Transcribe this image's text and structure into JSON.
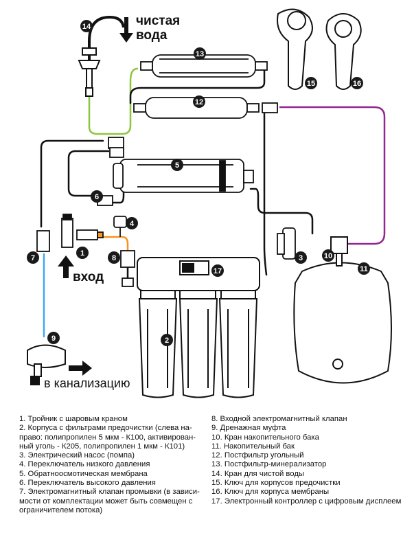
{
  "captions": {
    "clean_water": [
      "чистая",
      "вода"
    ],
    "input": "вход",
    "drain": "в канализацию"
  },
  "badges": [
    "1",
    "2",
    "3",
    "4",
    "5",
    "6",
    "7",
    "8",
    "9",
    "10",
    "11",
    "12",
    "13",
    "14",
    "15",
    "16",
    "17"
  ],
  "legend": {
    "left": [
      "1. Тройник с шаровым краном",
      "2. Корпуса с фильтрами предочистки (слева на-",
      "   право: полипропилен 5 мкм - К100, активирован-",
      "   ный уголь - К205, полипропилен 1 мкм - К101)",
      "3. Электрический насос (помпа)",
      "4. Переключатель низкого давления",
      "5. Обратноосмотическая мембрана",
      "6. Переключатель высокого давления",
      "7. Электромагнитный клапан промывки (в зависи-",
      "   мости от комплектации может быть совмещен с",
      "   ограничителем потока)"
    ],
    "right": [
      "8. Входной электромагнитный клапан",
      "9. Дренажная муфта",
      "10. Кран накопительного бака",
      "11. Накопительный бак",
      "12. Постфильтр угольный",
      "13. Постфильтр-минерализатор",
      "14. Кран для чистой воды",
      "15. Ключ для корпусов предочистки",
      "16. Ключ для корпуса мембраны",
      "17. Электронный контроллер с цифровым дисплеем"
    ]
  },
  "colors": {
    "line": "#111111",
    "clean_line": "#8cc63f",
    "drain_line": "#3fa9f5",
    "tank_line": "#93278f",
    "input_line": "#f7931e",
    "badge": "#1a1a1a"
  }
}
